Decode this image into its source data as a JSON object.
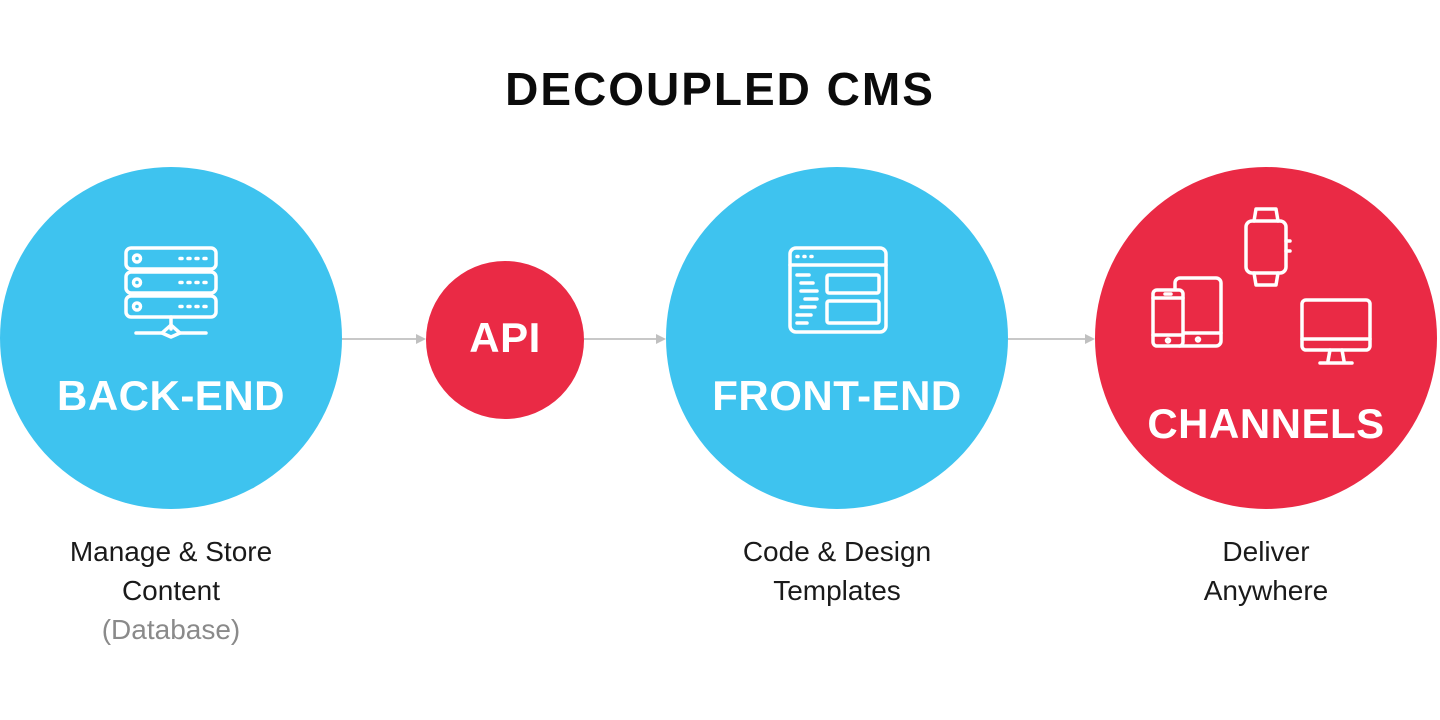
{
  "title": "DECOUPLED CMS",
  "colors": {
    "blue": "#3ec3ef",
    "red": "#ea2a45",
    "arrow": "#c8c8c8"
  },
  "nodes": {
    "backend": {
      "label": "BACK-END",
      "icon": "server-icon",
      "caption_line1": "Manage & Store",
      "caption_line2": "Content",
      "caption_sub": "(Database)"
    },
    "api": {
      "label": "API"
    },
    "frontend": {
      "label": "FRONT-END",
      "icon": "code-template-icon",
      "caption_line1": "Code & Design",
      "caption_line2": "Templates"
    },
    "channels": {
      "label": "CHANNELS",
      "icons": [
        "smartwatch-icon",
        "tablet-phone-icon",
        "monitor-icon"
      ],
      "caption_line1": "Deliver",
      "caption_line2": "Anywhere"
    }
  }
}
